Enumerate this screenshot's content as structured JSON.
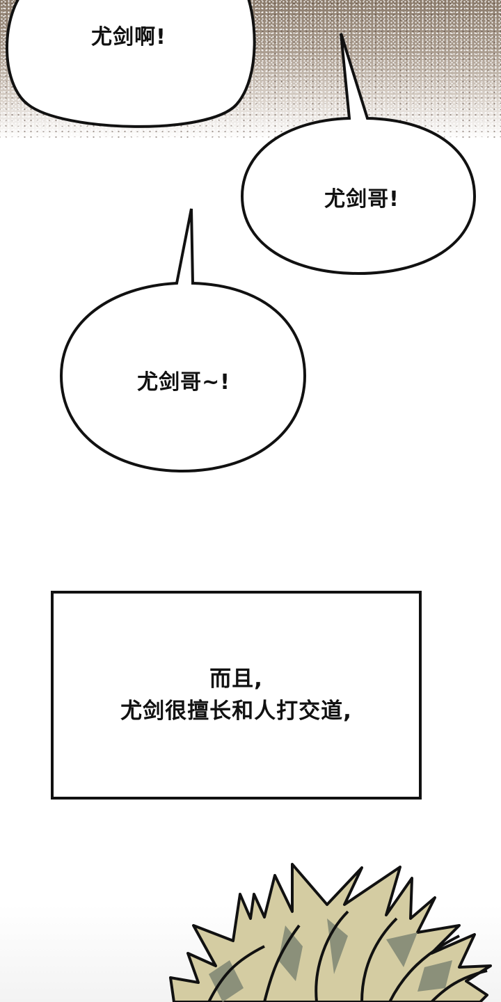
{
  "panel": {
    "type": "webtoon-panel",
    "background_top_color": "#8a7a6a",
    "background_color": "#ffffff"
  },
  "bubbles": [
    {
      "id": "bubble-1",
      "text": "尤剑啊!"
    },
    {
      "id": "bubble-2",
      "text": "尤剑哥!"
    },
    {
      "id": "bubble-3",
      "text": "尤剑哥~!"
    }
  ],
  "caption": {
    "lines": [
      "而且,",
      "尤剑很擅长和人打交道,"
    ]
  },
  "character": {
    "description": "spiky-blond-hair-top",
    "hair_color": "#d4cca2",
    "hair_shadow_color": "#8b907a",
    "outline_color": "#111111"
  }
}
